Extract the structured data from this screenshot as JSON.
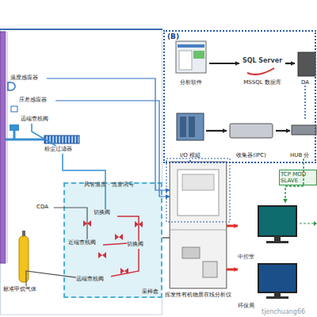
{
  "diagram": {
    "nodes": [
      {
        "text": [
          "温度感应器"
        ]
      },
      {
        "text": [
          "压差感应器"
        ]
      },
      {
        "text": [
          "远端查核阀"
        ]
      },
      {
        "text": [
          "粉尘过滤器"
        ]
      },
      {
        "text": [
          "采样盘"
        ]
      },
      {
        "text": [
          "切换阀"
        ],
        "in": 4
      },
      {
        "text": [
          "近端查核阀"
        ],
        "in": 4
      },
      {
        "text": [
          "切换阀"
        ],
        "in": 4
      },
      {
        "text": [
          "远端查核阀"
        ],
        "in": 4
      },
      {
        "text": [
          "CDA"
        ]
      },
      {
        "text": [
          "标准甲烷气体"
        ]
      },
      {
        "text": [
          "挥发性有机物质在线分析仪"
        ]
      },
      {
        "text": [
          "(B)"
        ]
      },
      {
        "text": [
          "分析软件"
        ],
        "in": 12
      },
      {
        "text": [
          "SQL Server",
          "MSSQL 数据库"
        ],
        "in": 12
      },
      {
        "text": [
          "DA"
        ],
        "in": 12
      },
      {
        "text": [
          "I/O 模組"
        ],
        "in": 12
      },
      {
        "text": [
          "收集器(IPC)"
        ],
        "in": 12
      },
      {
        "text": [
          "HUB 分"
        ],
        "in": 12
      },
      {
        "text": [
          "中控室"
        ]
      },
      {
        "text": [
          "环保局"
        ]
      }
    ],
    "edges": [
      {
        "from": 13,
        "to": 14,
        "arrow": "to"
      },
      {
        "from": 14,
        "to": 15,
        "arrow": "to"
      },
      {
        "from": 16,
        "to": 17,
        "arrow": "to"
      },
      {
        "from": 17,
        "to": 18,
        "arrow": "to"
      },
      {
        "from": 15,
        "to": 18,
        "arrow": "none"
      },
      {
        "from": 11,
        "to": 16,
        "arrow": "none"
      },
      {
        "from": 18,
        "to": 19,
        "label": "TCP MOD SLAVE",
        "arrow": "to"
      },
      {
        "from": 11,
        "to": 19,
        "arrow": "to"
      },
      {
        "from": 11,
        "to": 20,
        "arrow": "to"
      },
      {
        "from": 0,
        "to": 11,
        "arrow": "to"
      },
      {
        "from": 1,
        "to": 11,
        "arrow": "to"
      },
      {
        "from": 2,
        "to": 3,
        "arrow": "none"
      },
      {
        "from": 3,
        "to": 5,
        "arrow": "none"
      },
      {
        "from": 9,
        "to": 6,
        "arrow": "none"
      },
      {
        "from": 10,
        "to": 8,
        "arrow": "none"
      },
      {
        "from": 5,
        "to": 7,
        "arrow": "none"
      },
      {
        "from": 6,
        "to": 7,
        "arrow": "none"
      },
      {
        "from": 8,
        "to": 7,
        "arrow": "none"
      },
      {
        "from": 4,
        "to": 11,
        "arrow": "none"
      }
    ],
    "labels": [
      "风管温度 · 流量讯号",
      "tjenchuang66"
    ]
  }
}
